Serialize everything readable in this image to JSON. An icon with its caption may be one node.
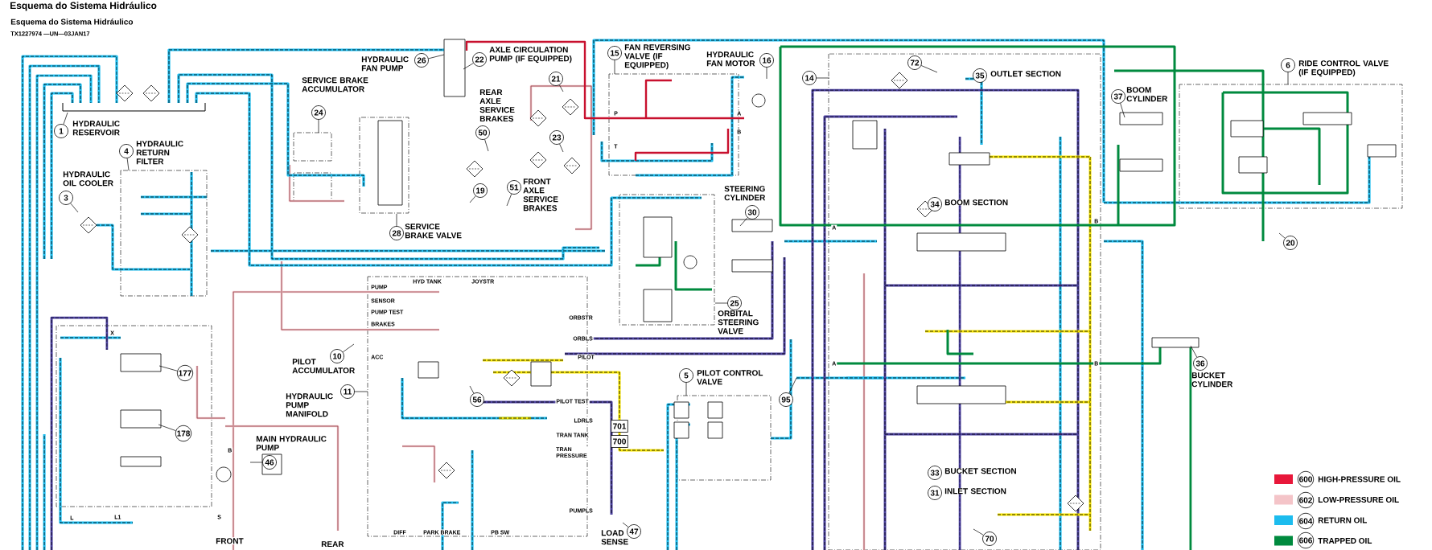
{
  "diagram": {
    "title": "Esquema do Sistema Hidráulico",
    "nodes": [
      {
        "text": [
          "26"
        ],
        "beside": [
          "HYDRAULIC FAN PUMP"
        ]
      },
      {
        "text": [
          "22"
        ],
        "beside": [
          "AXLE CIRCULATION PUMP (IF EQUIPPED)"
        ]
      },
      {
        "text": [
          "15"
        ],
        "beside": [
          "FAN REVERSING VALVE (IF EQUIPPED)"
        ]
      },
      {
        "text": [
          "16"
        ],
        "beside": [
          "HYDRAULIC FAN MOTOR"
        ]
      },
      {
        "text": [
          "6"
        ],
        "beside": [
          "RIDE CONTROL VALVE (IF EQUIPPED)"
        ]
      },
      {
        "text": [
          "1"
        ],
        "beside": [
          "HYDRAULIC RESERVOIR"
        ]
      },
      {
        "text": [
          "24"
        ],
        "beside": [
          "SERVICE BRAKE ACCUMULATOR"
        ]
      },
      {
        "text": [
          "21"
        ]
      },
      {
        "text": [
          "14"
        ]
      },
      {
        "text": [
          "72"
        ]
      },
      {
        "text": [
          "35"
        ],
        "beside": [
          "OUTLET SECTION"
        ]
      },
      {
        "text": [
          "37"
        ],
        "beside": [
          "BOOM CYLINDER"
        ]
      },
      {
        "text": [
          "4"
        ],
        "beside": [
          "HYDRAULIC RETURN FILTER"
        ]
      },
      {
        "text": [
          "50"
        ],
        "beside": [
          "REAR AXLE SERVICE BRAKES"
        ]
      },
      {
        "text": [
          "23"
        ]
      },
      {
        "text": [
          "3"
        ],
        "beside": [
          "HYDRAULIC OIL COOLER"
        ]
      },
      {
        "text": [
          "19"
        ]
      },
      {
        "text": [
          "51"
        ],
        "beside": [
          "FRONT AXLE SERVICE BRAKES"
        ]
      },
      {
        "text": [
          "28"
        ],
        "beside": [
          "SERVICE BRAKE VALVE"
        ]
      },
      {
        "text": [
          "30"
        ],
        "beside": [
          "STEERING CYLINDER"
        ]
      },
      {
        "text": [
          "34"
        ],
        "beside": [
          "BOOM SECTION"
        ]
      },
      {
        "text": [
          "20"
        ]
      },
      {
        "text": [
          "25"
        ],
        "beside": [
          "ORBITAL STEERING VALVE"
        ]
      },
      {
        "text": [
          "177"
        ]
      },
      {
        "text": [
          "10"
        ],
        "beside": [
          "PILOT ACCUMULATOR"
        ]
      },
      {
        "text": [
          "36"
        ],
        "beside": [
          "BUCKET CYLINDER"
        ]
      },
      {
        "text": [
          "56"
        ]
      },
      {
        "text": [
          "5"
        ],
        "beside": [
          "PILOT CONTROL VALVE"
        ]
      },
      {
        "text": [
          "95"
        ]
      },
      {
        "text": [
          "11"
        ],
        "beside": [
          "HYDRAULIC PUMP MANIFOLD"
        ]
      },
      {
        "text": [
          "178"
        ]
      },
      {
        "text": [
          "701"
        ]
      },
      {
        "text": [
          "700"
        ]
      },
      {
        "text": [
          "46"
        ],
        "beside": [
          "MAIN HYDRAULIC PUMP"
        ]
      },
      {
        "text": [
          "33"
        ],
        "beside": [
          "BUCKET SECTION"
        ]
      },
      {
        "text": [
          "31"
        ],
        "beside": [
          "INLET SECTION"
        ]
      },
      {
        "text": [
          "47"
        ],
        "beside": [
          "LOAD SENSE"
        ]
      },
      {
        "text": [
          "70"
        ]
      },
      {
        "text": [
          "600"
        ]
      },
      {
        "text": [
          "602"
        ]
      },
      {
        "text": [
          "604"
        ]
      },
      {
        "text": [
          "606"
        ]
      }
    ],
    "edges": [
      {
        "from": 0,
        "to": null,
        "arrow": "none"
      },
      {
        "from": 1,
        "to": null,
        "arrow": "none"
      },
      {
        "from": 2,
        "to": null,
        "arrow": "none"
      },
      {
        "from": 3,
        "to": null,
        "arrow": "none"
      },
      {
        "from": 4,
        "to": null,
        "arrow": "none"
      },
      {
        "from": 5,
        "to": null,
        "arrow": "none"
      },
      {
        "from": 6,
        "to": null,
        "arrow": "none"
      },
      {
        "from": 7,
        "to": null,
        "arrow": "none"
      },
      {
        "from": 8,
        "to": null,
        "arrow": "none"
      },
      {
        "from": 9,
        "to": null,
        "arrow": "none"
      },
      {
        "from": 11,
        "to": null,
        "arrow": "none"
      },
      {
        "from": 12,
        "to": null,
        "arrow": "none"
      },
      {
        "from": 13,
        "to": null,
        "arrow": "none"
      },
      {
        "from": 14,
        "to": null,
        "arrow": "none"
      },
      {
        "from": 15,
        "to": null,
        "arrow": "none"
      },
      {
        "from": 16,
        "to": null,
        "arrow": "none"
      },
      {
        "from": 17,
        "to": null,
        "arrow": "none"
      },
      {
        "from": 18,
        "to": null,
        "arrow": "none"
      },
      {
        "from": 19,
        "to": null,
        "arrow": "none"
      },
      {
        "from": 21,
        "to": null,
        "arrow": "none"
      },
      {
        "from": 22,
        "to": null,
        "arrow": "none"
      },
      {
        "from": 23,
        "to": null,
        "arrow": "none"
      },
      {
        "from": 24,
        "to": null,
        "arrow": "none"
      },
      {
        "from": 25,
        "to": null,
        "arrow": "none"
      },
      {
        "from": 26,
        "to": null,
        "arrow": "none"
      },
      {
        "from": 27,
        "to": null,
        "arrow": "none"
      },
      {
        "from": 28,
        "to": null,
        "arrow": "none"
      },
      {
        "from": 29,
        "to": null,
        "arrow": "none"
      },
      {
        "from": 30,
        "to": null,
        "arrow": "none"
      },
      {
        "from": 33,
        "to": null,
        "arrow": "none"
      },
      {
        "from": 36,
        "to": null,
        "arrow": "none"
      },
      {
        "from": 37,
        "to": null,
        "arrow": "none"
      }
    ],
    "labels": [
      "Esquema do Sistema Hidráulico",
      "TX1227974 —UN—03JAN17",
      "P",
      "A",
      "B",
      "T",
      "HYD TANK",
      "JOYSTR",
      "PUMP",
      "SENSOR",
      "PUMP TEST",
      "BRAKES",
      "X",
      "ACC",
      "ORBSTR",
      "ORBLS",
      "PILOT",
      "PILOT TEST",
      "LDRLS",
      "TRAN TANK",
      "TRAN PRESSURE",
      "B",
      "L",
      "L1",
      "S",
      "PUMPLS",
      "DIFF",
      "PARK BRAKE",
      "PB SW",
      "FRONT",
      "REAR",
      "A",
      "B",
      "A",
      "B"
    ],
    "legend": [
      {
        "text": "HIGH-PRESSURE OIL",
        "color": "#e8173a"
      },
      {
        "text": "LOW-PRESSURE OIL",
        "color": "#f4c4c8"
      },
      {
        "text": "RETURN OIL",
        "color": "#1cbcee"
      },
      {
        "text": "TRAPPED OIL",
        "color": "#008a3e"
      }
    ]
  }
}
